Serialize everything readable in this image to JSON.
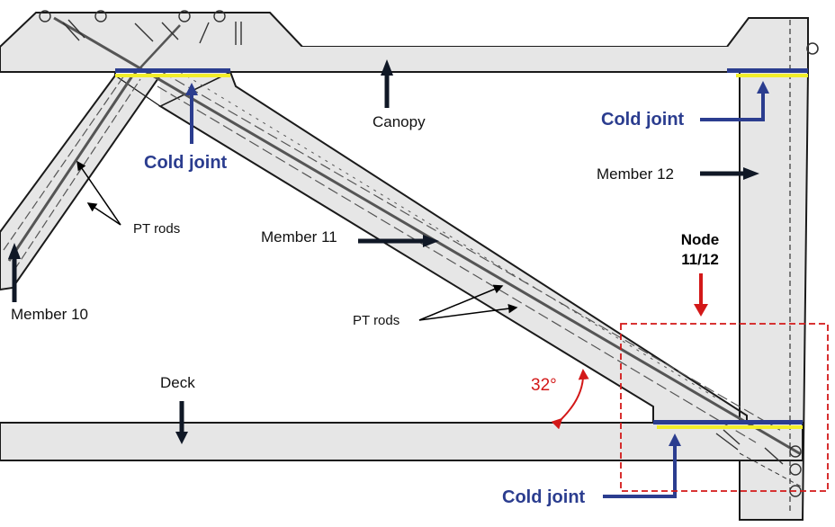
{
  "labels": {
    "canopy": "Canopy",
    "deck": "Deck",
    "member_10": "Member 10",
    "member_11": "Member 11",
    "member_12": "Member 12",
    "pt_rods_left": "PT rods",
    "pt_rods_center": "PT rods",
    "cold_joint_top_left": "Cold joint",
    "cold_joint_top_right": "Cold joint",
    "cold_joint_bottom": "Cold joint",
    "node_line1": "Node",
    "node_line2": "11/12",
    "angle": "32°"
  },
  "colors": {
    "concrete": "#e6e6e6",
    "outline": "#1a1a1a",
    "cold_joint_blue": "#2b3d8f",
    "cold_joint_yellow": "#f2ee2a",
    "callout_arrow": "#101826",
    "node_red": "#d31818"
  }
}
